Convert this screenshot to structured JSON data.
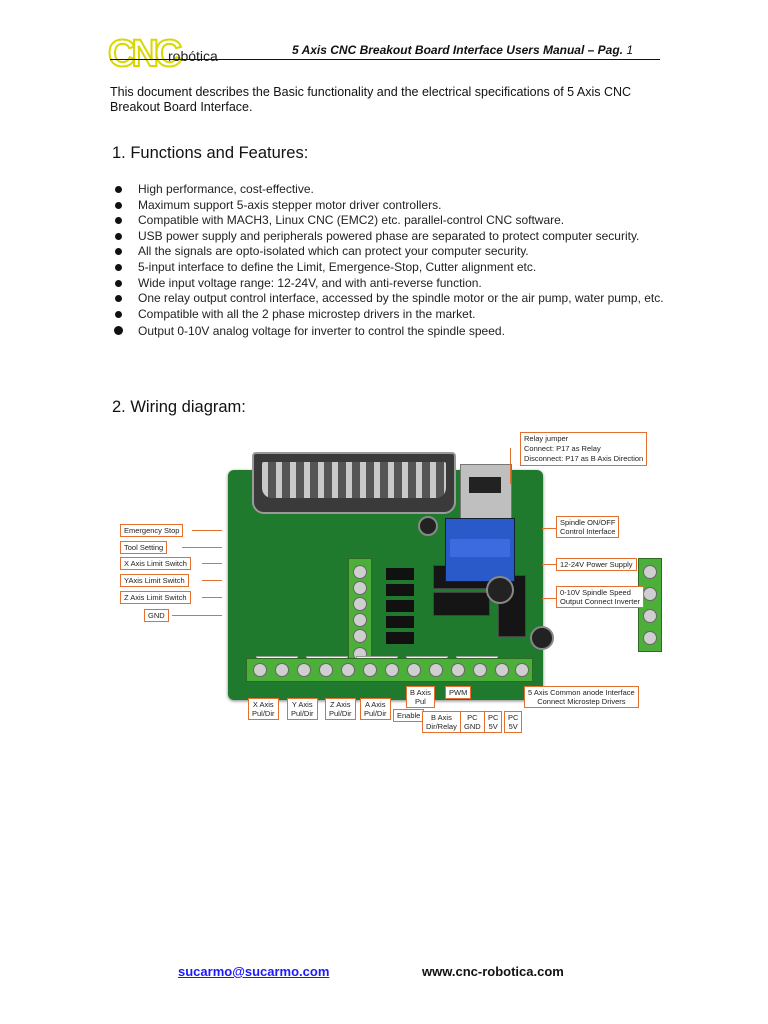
{
  "header": {
    "logo_text": "CNC",
    "logo_sub": "robótica",
    "title": "5 Axis CNC Breakout Board Interface Users Manual – Pag.",
    "page_number": "1"
  },
  "intro": "This document describes the Basic functionality and the electrical specifications of 5 Axis CNC Breakout Board Interface.",
  "section1": {
    "heading": "1. Functions and Features:",
    "items": [
      "High performance, cost-effective.",
      "Maximum support 5-axis stepper motor driver controllers.",
      "Compatible with MACH3, Linux CNC (EMC2) etc. parallel-control CNC software.",
      "USB power supply and peripherals powered phase are separated to protect computer security.",
      "All the signals are opto-isolated which can protect your computer security.",
      "5-input interface to define the Limit, Emergence-Stop, Cutter alignment etc.",
      "Wide input voltage range: 12-24V, and with anti-reverse function.",
      "One relay output control interface, accessed by the spindle motor or the air pump, water pump, etc.",
      "Compatible with all the 2 phase microstep drivers in the market.",
      "Output 0-10V analog voltage for inverter to control the spindle speed."
    ]
  },
  "section2": {
    "heading": "2. Wiring diagram:"
  },
  "diagram": {
    "relay_jumper": [
      "Relay jumper",
      "Connect: P17 as Relay",
      "Disconnect: P17 as B Axis Direction"
    ],
    "left_labels": [
      "Emergency Stop",
      "Tool Setting",
      "X Axis Limit Switch",
      "YAxis Limit Switch",
      "Z Axis Limit Switch",
      "GND"
    ],
    "right_labels": [
      [
        "Spindle ON/OFF",
        "Control Interface"
      ],
      [
        "12-24V Power Supply"
      ],
      [
        "0-10V Spindle Speed",
        "Output Connect Inverter"
      ]
    ],
    "bottom_labels": {
      "x_axis": [
        "X Axis",
        "Pul/Dir"
      ],
      "y_axis": [
        "Y Axis",
        "Pul/Dir"
      ],
      "z_axis": [
        "Z Axis",
        "Pul/Dir"
      ],
      "a_axis": [
        "A Axis",
        "Pul/Dir"
      ],
      "enable": "Enable",
      "b_axis_pul": [
        "B Axis",
        "Pul"
      ],
      "b_axis_dir": [
        "B Axis",
        "Dir/Relay"
      ],
      "pwm": "PWM",
      "pc_gnd": [
        "PC",
        "GND"
      ],
      "pc_5v_1": [
        "PC",
        "5V"
      ],
      "pc_5v_2": [
        "PC",
        "5V"
      ],
      "common_anode": [
        "5 Axis Common anode Interface",
        "Connect Microstep Drivers"
      ]
    }
  },
  "footer": {
    "email": "sucarmo@sucarmo.com",
    "website": "www.cnc-robotica.com"
  },
  "colors": {
    "board": "#1f7a2e",
    "label_border": "#e3702f",
    "email_link": "#1a1aff",
    "logo": "#d8d800"
  }
}
